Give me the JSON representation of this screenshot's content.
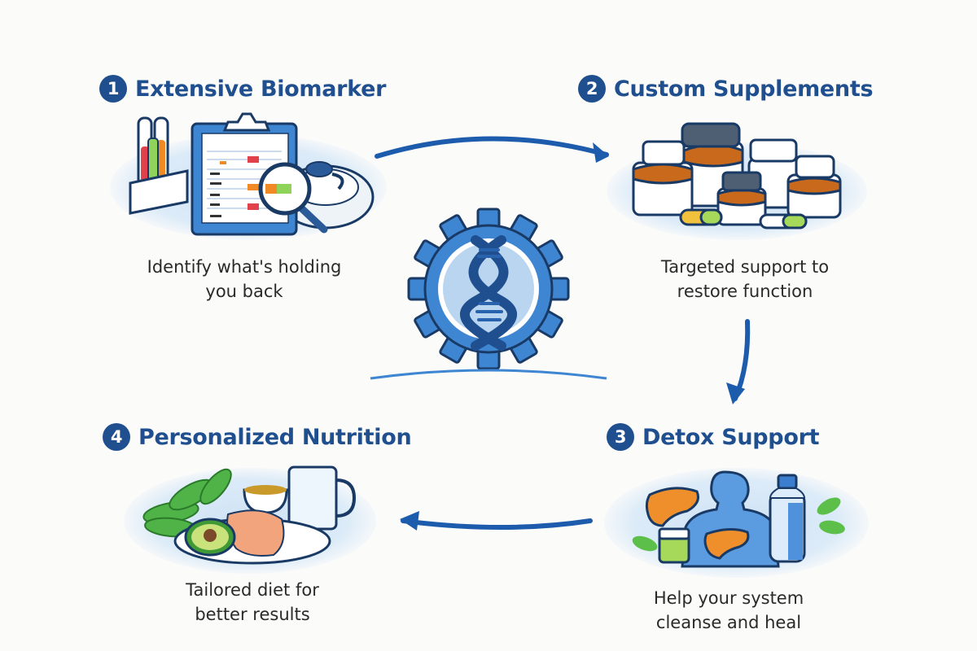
{
  "diagram": {
    "type": "cycle",
    "center_icon": "dna-gear-icon",
    "accent_color": "#1f4f8f",
    "arrow_color": "#1d5cad",
    "steps": [
      {
        "number": "1",
        "title": "Extensive Biomarker",
        "caption_line1": "Identify what's holding",
        "caption_line2": "you back",
        "icon": "clipboard-lab-test-icon"
      },
      {
        "number": "2",
        "title": "Custom Supplements",
        "caption_line1": "Targeted support to",
        "caption_line2": "restore function",
        "icon": "supplement-bottles-icon"
      },
      {
        "number": "3",
        "title": "Detox Support",
        "caption_line1": "Help your system",
        "caption_line2": "cleanse and heal",
        "icon": "body-liver-water-icon"
      },
      {
        "number": "4",
        "title": "Personalized Nutrition",
        "caption_line1": "Tailored diet for",
        "caption_line2": "better results",
        "icon": "healthy-meal-icon"
      }
    ],
    "flow": [
      "1 → 2",
      "2 → 3",
      "3 → 4"
    ]
  }
}
